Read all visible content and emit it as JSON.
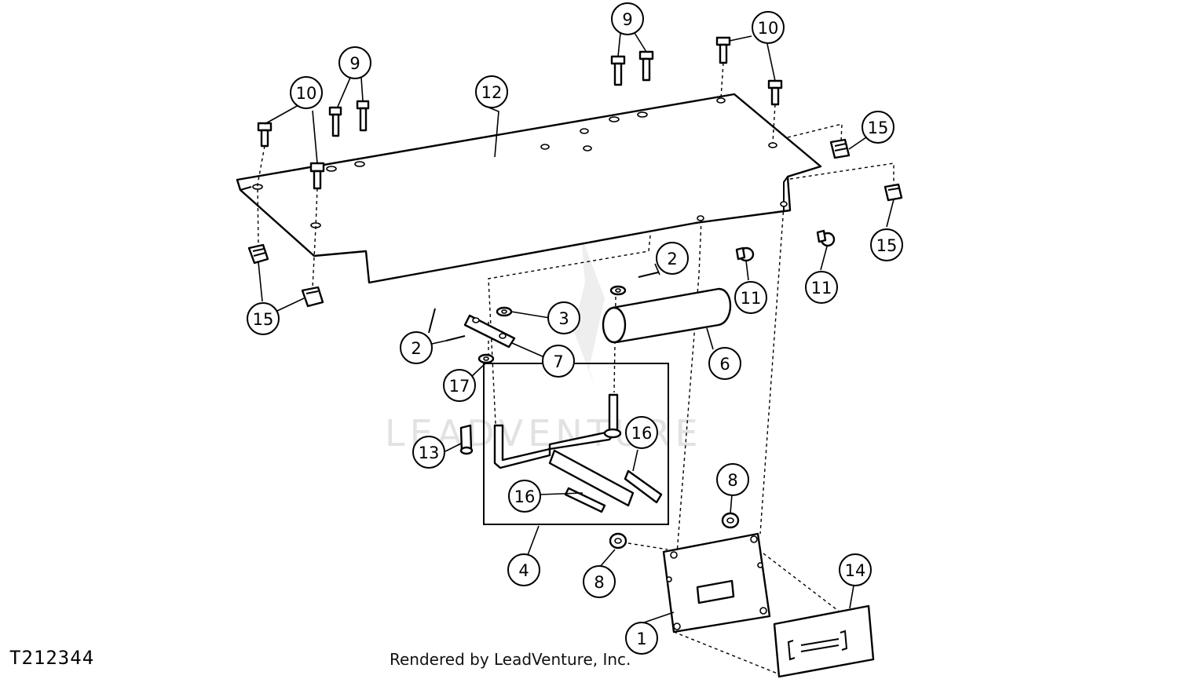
{
  "figure_id": "T212344",
  "credit": "Rendered by LeadVenture, Inc.",
  "watermark": "LEADVENTURE",
  "callouts": [
    {
      "key": "c1",
      "label": "1"
    },
    {
      "key": "c2a",
      "label": "2"
    },
    {
      "key": "c2b",
      "label": "2"
    },
    {
      "key": "c3",
      "label": "3"
    },
    {
      "key": "c4",
      "label": "4"
    },
    {
      "key": "c6",
      "label": "6"
    },
    {
      "key": "c7",
      "label": "7"
    },
    {
      "key": "c8a",
      "label": "8"
    },
    {
      "key": "c8b",
      "label": "8"
    },
    {
      "key": "c9a",
      "label": "9"
    },
    {
      "key": "c9b",
      "label": "9"
    },
    {
      "key": "c10a",
      "label": "10"
    },
    {
      "key": "c10b",
      "label": "10"
    },
    {
      "key": "c11a",
      "label": "11"
    },
    {
      "key": "c11b",
      "label": "11"
    },
    {
      "key": "c12",
      "label": "12"
    },
    {
      "key": "c13",
      "label": "13"
    },
    {
      "key": "c14",
      "label": "14"
    },
    {
      "key": "c15a",
      "label": "15"
    },
    {
      "key": "c15b",
      "label": "15"
    },
    {
      "key": "c15c",
      "label": "15"
    },
    {
      "key": "c16a",
      "label": "16"
    },
    {
      "key": "c16b",
      "label": "16"
    },
    {
      "key": "c17",
      "label": "17"
    }
  ]
}
